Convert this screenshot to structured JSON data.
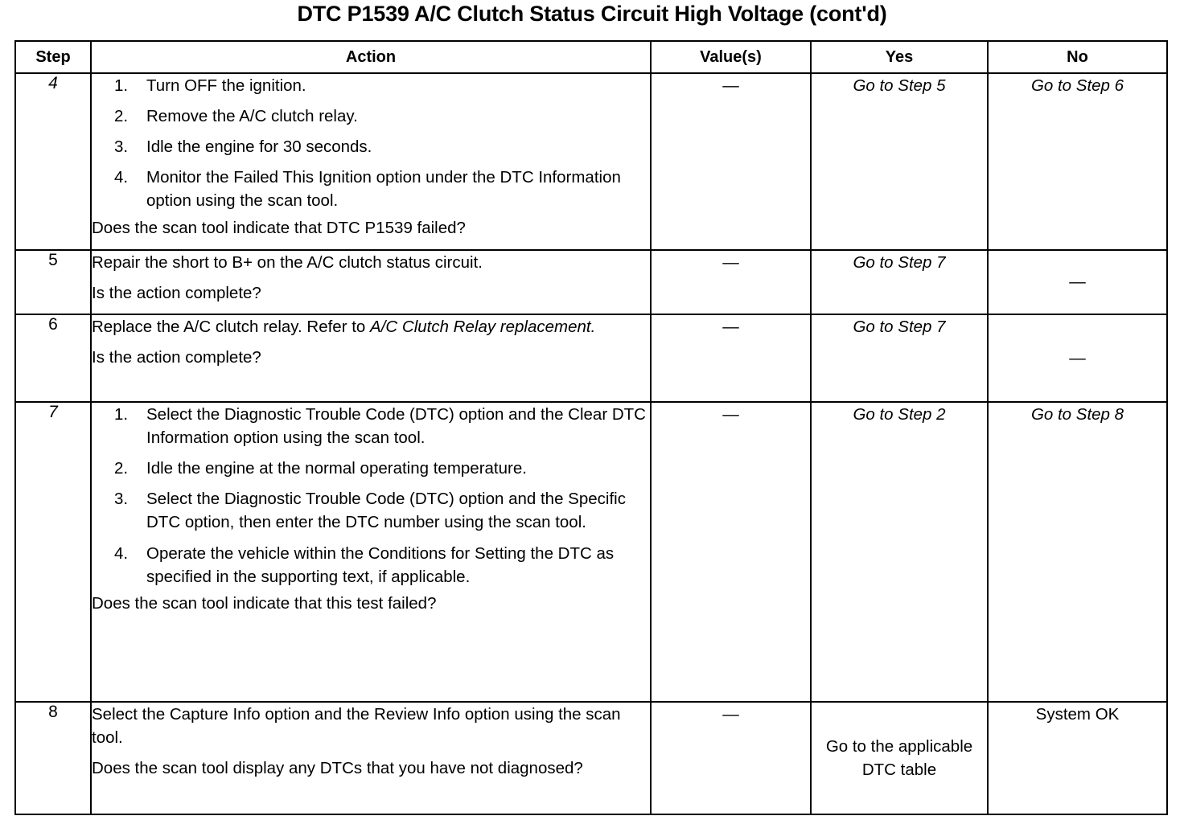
{
  "document": {
    "title": "DTC P1539 A/C Clutch Status Circuit High Voltage (cont'd)"
  },
  "table": {
    "headers": {
      "step": "Step",
      "action": "Action",
      "value": "Value(s)",
      "yes": "Yes",
      "no": "No"
    },
    "rows": [
      {
        "step": "4",
        "step_italic": true,
        "items": [
          {
            "num": "1.",
            "text": "Turn OFF the ignition."
          },
          {
            "num": "2.",
            "text": "Remove the A/C clutch relay."
          },
          {
            "num": "3.",
            "text": "Idle the engine for 30 seconds."
          },
          {
            "num": "4.",
            "text": "Monitor the Failed This Ignition option under the DTC Information option using the scan tool."
          }
        ],
        "question": "Does the scan tool indicate that DTC P1539 failed?",
        "value": "—",
        "yes": "Go to Step 5",
        "no": "Go to Step 6"
      },
      {
        "step": "5",
        "step_italic": false,
        "statement": "Repair the short to B+ on the A/C clutch status circuit.",
        "question": "Is the action complete?",
        "value": "—",
        "yes": "Go to Step 7",
        "no": "—"
      },
      {
        "step": "6",
        "step_italic": false,
        "statement_pre": "Replace the A/C clutch relay. Refer to ",
        "statement_italic": "A/C Clutch Relay replacement.",
        "question": "Is the action complete?",
        "value": "—",
        "yes": "Go to Step 7",
        "no": "—"
      },
      {
        "step": "7",
        "step_italic": true,
        "items": [
          {
            "num": "1.",
            "text": "Select the Diagnostic Trouble Code (DTC) option and the Clear DTC Information option using the scan tool."
          },
          {
            "num": "2.",
            "text": "Idle the engine at the normal operating temperature."
          },
          {
            "num": "3.",
            "text": "Select the Diagnostic Trouble Code (DTC) option and the Specific DTC option, then enter the DTC number using the scan tool."
          },
          {
            "num": "4.",
            "text": "Operate the vehicle within the Conditions for Setting the DTC as specified in the supporting text, if applicable."
          }
        ],
        "question": "Does the scan tool indicate that this test failed?",
        "value": "—",
        "yes": "Go to Step 2",
        "no": "Go to Step 8"
      },
      {
        "step": "8",
        "step_italic": false,
        "statement": "Select the Capture Info option and the Review Info option using the scan tool.",
        "question": "Does the scan tool display any DTCs that you have not diagnosed?",
        "value": "—",
        "yes": "Go to the applicable DTC table",
        "no": "System OK"
      }
    ]
  }
}
